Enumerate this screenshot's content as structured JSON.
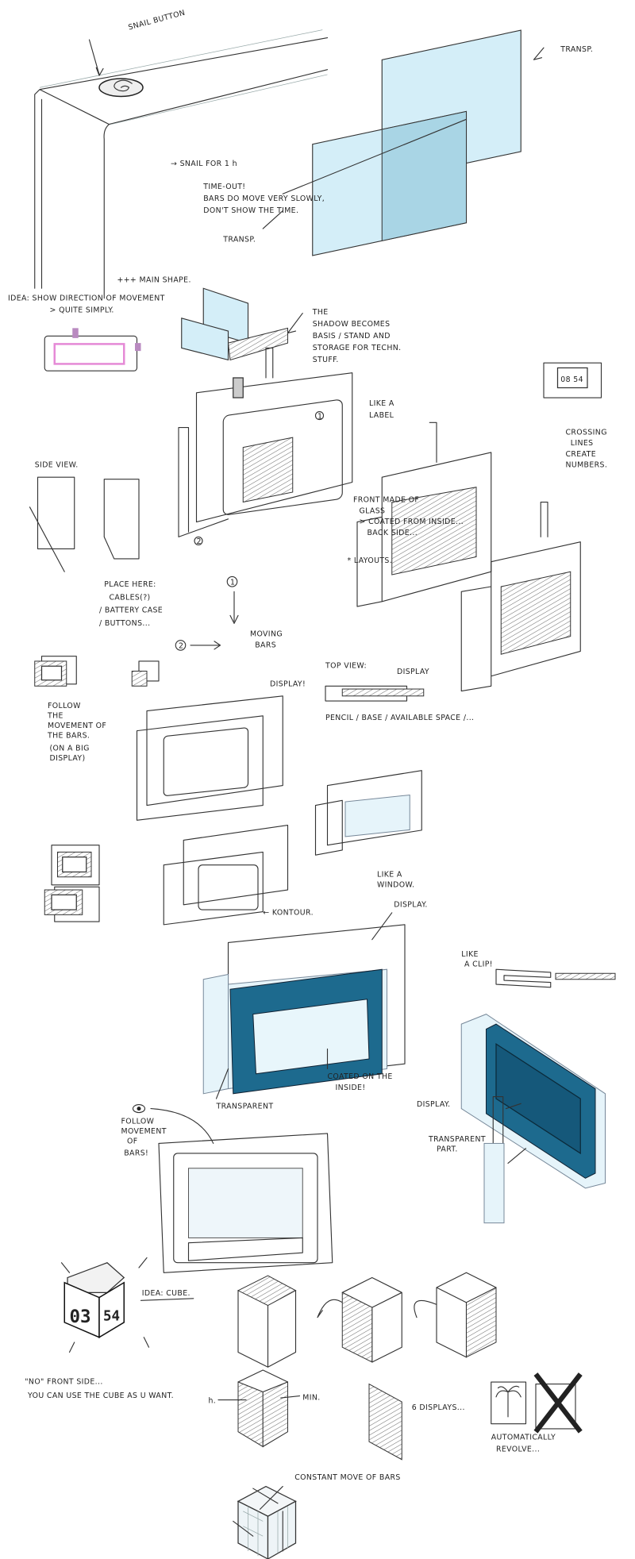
{
  "colors": {
    "glass": "#d4eef8",
    "coating": "#1d6a8e",
    "accent_pink": "#e58ad6"
  },
  "notes": {
    "snail_button": "SNAIL BUTTON",
    "transp_top": "TRANSP.",
    "snail_for": "→ SNAIL FOR 1 h",
    "timeout": [
      "TIME-OUT!",
      "BARS DO MOVE VERY SLOWLY,",
      "DON'T SHOW THE TIME."
    ],
    "transp_mid": "TRANSP.",
    "idea_direction": [
      "IDEA: SHOW DIRECTION OF MOVEMENT",
      "> QUITE SIMPLY."
    ],
    "main_shape": "+++ MAIN SHAPE.",
    "shadow": [
      "THE",
      "SHADOW BECOMES",
      "BASIS / STAND AND",
      "STORAGE FOR TECHN.",
      "STUFF."
    ],
    "clock_digits": "08 54",
    "crossing": [
      "CROSSING",
      "LINES",
      "CREATE",
      "NUMBERS."
    ],
    "like_label": [
      "LIKE A",
      "LABEL"
    ],
    "side_view": "SIDE VIEW.",
    "place_here": [
      "PLACE HERE:",
      "CABLES(?)",
      "/ BATTERY CASE",
      "/ BUTTONS..."
    ],
    "front_glass": [
      "FRONT MADE OF",
      "GLASS",
      "> COATED FROM INSIDE...",
      "BACK SIDE..."
    ],
    "layouts": "* LAYOUTS.",
    "marker_1": "1",
    "marker_2": "2",
    "moving_bars": [
      "MOVING",
      "BARS"
    ],
    "follow_big": [
      "FOLLOW",
      "THE",
      "MOVEMENT OF",
      "THE BARS.",
      "(ON A BIG",
      "DISPLAY)"
    ],
    "top_view": "TOP VIEW:",
    "display_top": "DISPLAY",
    "pencil": "PENCIL / BASE / AVAILABLE SPACE /...",
    "display_excl": "DISPLAY!",
    "like_window": [
      "LIKE A",
      "WINDOW."
    ],
    "kontour": "← KONTOUR.",
    "display_blue": "DISPLAY.",
    "coated_inside": [
      "COATED ON THE",
      "INSIDE!"
    ],
    "transparent": "TRANSPARENT",
    "like_clip": [
      "LIKE",
      "A CLIP!"
    ],
    "follow_bars": [
      "FOLLOW",
      "MOVEMENT",
      "OF",
      "BARS!"
    ],
    "display_side": "DISPLAY.",
    "transparent_part": [
      "TRANSPARENT",
      "PART."
    ],
    "cube_digits": [
      "03",
      "54"
    ],
    "idea_cube": "IDEA: CUBE.",
    "no_front": [
      "\"NO\" FRONT SIDE...",
      "YOU CAN USE THE CUBE AS U WANT."
    ],
    "hours": "h.",
    "minutes": "MIN.",
    "six_displays": "6 DISPLAYS...",
    "auto_revolve": [
      "AUTOMATICALLY",
      "REVOLVE..."
    ],
    "constant_move": "CONSTANT MOVE OF BARS"
  }
}
